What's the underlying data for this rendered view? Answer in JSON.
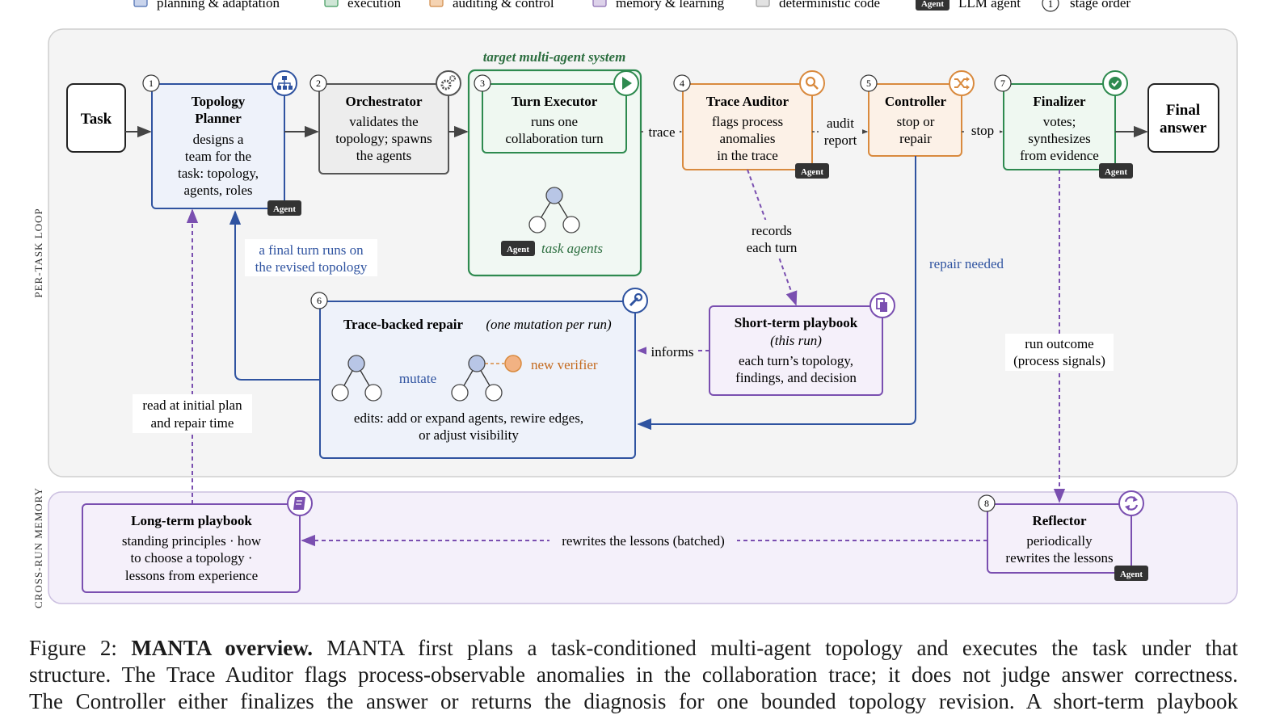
{
  "legend": [
    {
      "label": "planning & adaptation",
      "fill": "#c9d4ec",
      "stroke": "#4a6cb0"
    },
    {
      "label": "execution",
      "fill": "#cfe6d6",
      "stroke": "#3f9a5c"
    },
    {
      "label": "auditing & control",
      "fill": "#f5d3b2",
      "stroke": "#d08a48"
    },
    {
      "label": "memory & learning",
      "fill": "#ddd2ea",
      "stroke": "#8a6bb0"
    },
    {
      "label": "deterministic code",
      "fill": "#e2e2e2",
      "stroke": "#9a9a9a"
    }
  ],
  "legend_agent_badge": "Agent",
  "legend_agent_label": "LLM agent",
  "legend_stage_num": "1",
  "legend_stage_label": "stage order",
  "side_labels": {
    "loop": "PER-TASK LOOP",
    "memory": "CROSS-RUN MEMORY"
  },
  "agent_badge": "Agent",
  "task": "Task",
  "final": [
    "Final",
    "answer"
  ],
  "mas_label": "target multi-agent system",
  "nodes": {
    "planner": {
      "num": "1",
      "title": [
        "Topology",
        "Planner"
      ],
      "body": [
        "designs a",
        "team for the",
        "task: topology,",
        "agents, roles"
      ],
      "icon": "sitemap-icon"
    },
    "orchestrator": {
      "num": "2",
      "title": [
        "Orchestrator"
      ],
      "body": [
        "validates the",
        "topology; spawns",
        "the agents"
      ],
      "icon": "gears-icon"
    },
    "executor": {
      "num": "3",
      "title": [
        "Turn Executor"
      ],
      "body": [
        "runs one",
        "collaboration turn"
      ],
      "icon": "play-icon"
    },
    "auditor": {
      "num": "4",
      "title": [
        "Trace Auditor"
      ],
      "body": [
        "flags process",
        "anomalies",
        "in the trace"
      ],
      "icon": "search-icon"
    },
    "controller": {
      "num": "5",
      "title": [
        "Controller"
      ],
      "body": [
        "stop or",
        "repair"
      ],
      "icon": "shuffle-icon"
    },
    "repair": {
      "num": "6",
      "title": "Trace-backed repair",
      "subtitle": "(one mutation per run)",
      "body": [
        "edits: add or expand agents, rewire edges,",
        "or adjust visibility"
      ],
      "mutate": "mutate",
      "new_verifier": "new verifier",
      "icon": "wrench-icon"
    },
    "finalizer": {
      "num": "7",
      "title": [
        "Finalizer"
      ],
      "body": [
        "votes;",
        "synthesizes",
        "from evidence"
      ],
      "icon": "check-icon"
    },
    "reflector": {
      "num": "8",
      "title": [
        "Reflector"
      ],
      "body": [
        "periodically",
        "rewrites the lessons"
      ],
      "icon": "refresh-icon"
    },
    "short_playbook": {
      "title": "Short-term playbook",
      "subtitle": "(this run)",
      "body": [
        "each turn’s topology,",
        "findings, and decision"
      ],
      "icon": "copy-icon"
    },
    "long_playbook": {
      "title": "Long-term playbook",
      "body": [
        "standing principles  ·  how",
        "to choose a topology  ·",
        "lessons from experience"
      ],
      "icon": "book-icon"
    }
  },
  "task_agents": "task agents",
  "edge_labels": {
    "trace": "trace",
    "audit_report": [
      "audit",
      "report"
    ],
    "stop": "stop",
    "records": [
      "records",
      "each turn"
    ],
    "repair_needed": "repair needed",
    "informs": "informs",
    "final_turn": [
      "a final turn runs on",
      "the revised topology"
    ],
    "read_initial": [
      "read at initial plan",
      "and repair time"
    ],
    "run_outcome": [
      "run outcome",
      "(process signals)"
    ],
    "rewrites": "rewrites the lessons (batched)"
  },
  "caption": {
    "prefix": "Figure 2: ",
    "bold": "MANTA overview.",
    "line1": " MANTA first plans a task-conditioned multi-agent topology and executes the task under that",
    "line2": "structure. The Trace Auditor flags process-observable anomalies in the collaboration trace; it does not judge answer correctness.",
    "line3": "The Controller either finalizes the answer or returns the diagnosis for one bounded topology revision. A short-term playbook"
  }
}
